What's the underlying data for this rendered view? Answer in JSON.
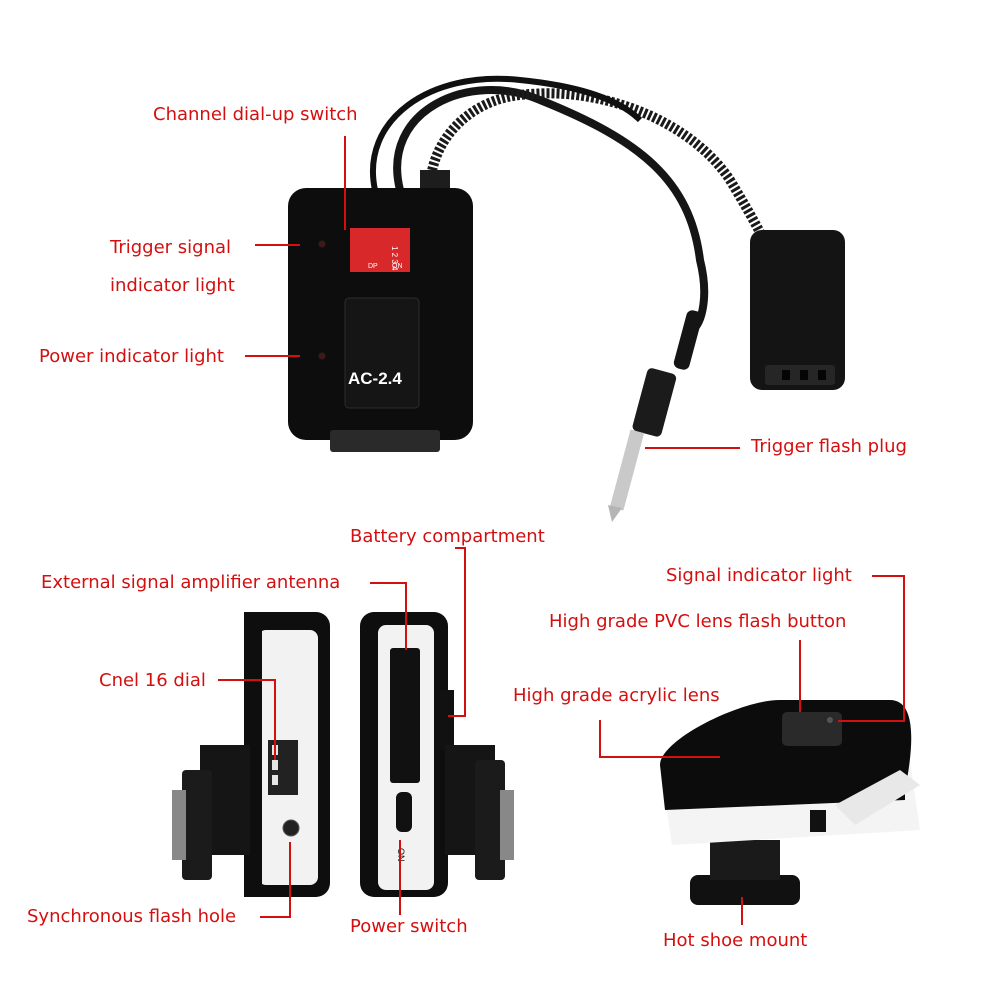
{
  "device": {
    "model": "AC-2.4",
    "dip_on": "ON",
    "dip_dp": "DP",
    "dip_numbers": [
      "1",
      "2",
      "3",
      "4"
    ],
    "power_on": "ON"
  },
  "labels": {
    "channel_switch": "Channel dial-up switch",
    "trigger_indicator_line1": "Trigger signal",
    "trigger_indicator_line2": "indicator light",
    "power_indicator": "Power indicator light",
    "trigger_plug": "Trigger flash plug",
    "battery": "Battery compartment",
    "antenna": "External signal amplifier antenna",
    "dial": "Cnel 16 dial",
    "sync_hole": "Synchronous flash hole",
    "power_switch": "Power switch",
    "signal_light": "Signal indicator light",
    "pvc_button": "High grade PVC lens flash button",
    "acrylic_lens": "High grade acrylic lens",
    "hot_shoe": "Hot shoe mount"
  },
  "colors": {
    "label": "#d40f0f",
    "device_body": "#111111",
    "switch_red": "#d9282a"
  }
}
